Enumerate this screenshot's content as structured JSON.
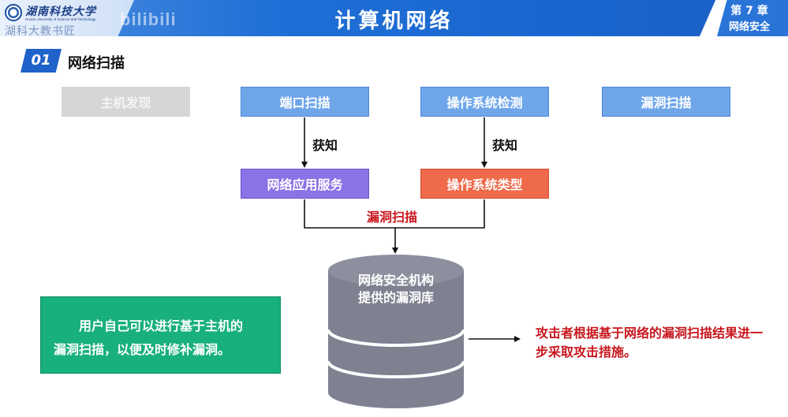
{
  "header": {
    "university_name": "湖南科技大学",
    "university_english": "Hunan University of Science and Technology",
    "watermark_studio": "湖科大教书匠",
    "watermark_bili": "bilibili",
    "course_title": "计算机网络",
    "chapter_number": "第 7 章",
    "chapter_name": "网络安全"
  },
  "section": {
    "number": "01",
    "title": "网络扫描"
  },
  "diagram": {
    "top_boxes": [
      "主机发现",
      "端口扫描",
      "操作系统检测",
      "漏洞扫描"
    ],
    "acquire_label_left": "获知",
    "acquire_label_right": "获知",
    "middle_boxes": [
      "网络应用服务",
      "操作系统类型"
    ],
    "merge_label": "漏洞扫描",
    "database_label_line1": "网络安全机构",
    "database_label_line2": "提供的漏洞库",
    "green_note_line1": "用户自己可以进行基于主机的",
    "green_note_line2": "漏洞扫描，以便及时修补漏洞。",
    "red_note": "攻击者根据基于网络的漏洞扫描结果进一步采取攻击措施。",
    "colors": {
      "header_blue": "#1f6fd6",
      "box_blue": "#6fa6ea",
      "box_gray": "#d6d6d6",
      "box_purple": "#8b72e6",
      "box_orange": "#ee6a4b",
      "box_green": "#18b07e",
      "database_gray": "#7f8191",
      "accent_red": "#c8161d"
    }
  }
}
